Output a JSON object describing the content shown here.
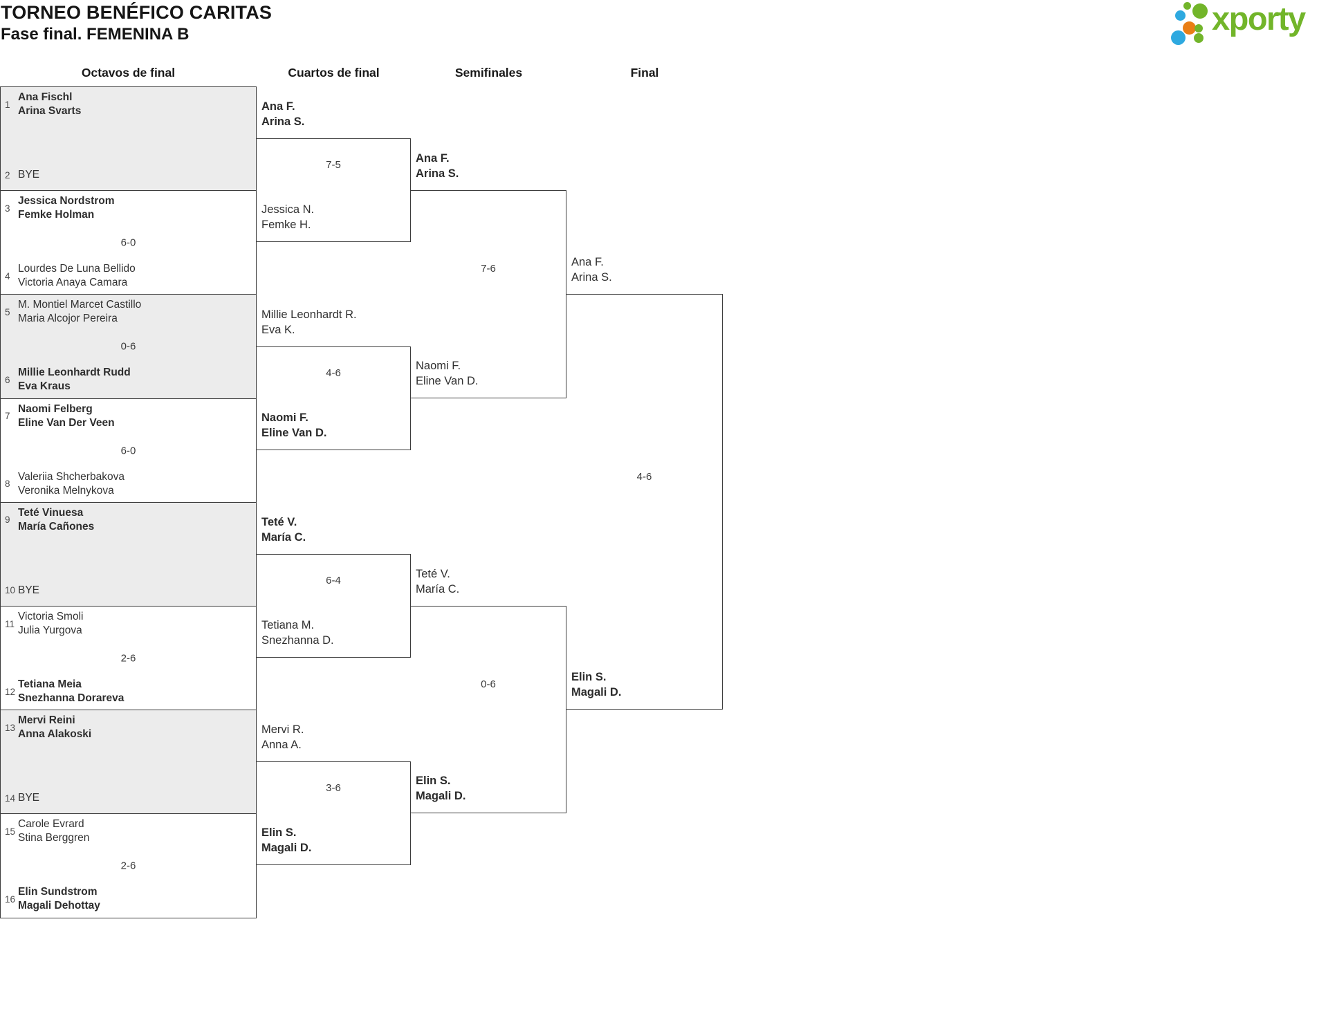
{
  "title": "TORNEO BENÉFICO CARITAS",
  "subtitle": "Fase final. FEMENINA B",
  "headers": [
    "Octavos de final",
    "Cuartos de final",
    "Semifinales",
    "Final"
  ],
  "logo": {
    "text": "xporty",
    "green": "#72b52a",
    "blue": "#2ea9e0",
    "orange": "#e97e15"
  },
  "colors": {
    "border": "#3b3b3b",
    "box_alt_bg": "#ececec"
  },
  "octavos": [
    {
      "top": {
        "seed": "1",
        "lines": [
          "Ana Fischl",
          "Arina Svarts"
        ],
        "winner": true
      },
      "bottom": {
        "seed": "2",
        "lines": [
          "BYE"
        ],
        "winner": false
      },
      "score": ""
    },
    {
      "top": {
        "seed": "3",
        "lines": [
          "Jessica Nordstrom",
          "Femke Holman"
        ],
        "winner": true
      },
      "bottom": {
        "seed": "4",
        "lines": [
          "Lourdes De Luna Bellido",
          "Victoria Anaya Camara"
        ],
        "winner": false
      },
      "score": "6-0"
    },
    {
      "top": {
        "seed": "5",
        "lines": [
          "M. Montiel Marcet Castillo",
          "Maria Alcojor Pereira"
        ],
        "winner": false
      },
      "bottom": {
        "seed": "6",
        "lines": [
          "Millie Leonhardt Rudd",
          "Eva Kraus"
        ],
        "winner": true
      },
      "score": "0-6"
    },
    {
      "top": {
        "seed": "7",
        "lines": [
          "Naomi Felberg",
          "Eline Van Der Veen"
        ],
        "winner": true
      },
      "bottom": {
        "seed": "8",
        "lines": [
          "Valeriia Shcherbakova",
          "Veronika Melnykova"
        ],
        "winner": false
      },
      "score": "6-0"
    },
    {
      "top": {
        "seed": "9",
        "lines": [
          "Teté Vinuesa",
          "María Cañones"
        ],
        "winner": true
      },
      "bottom": {
        "seed": "10",
        "lines": [
          "BYE"
        ],
        "winner": false
      },
      "score": ""
    },
    {
      "top": {
        "seed": "11",
        "lines": [
          "Victoria Smoli",
          "Julia Yurgova"
        ],
        "winner": false
      },
      "bottom": {
        "seed": "12",
        "lines": [
          "Tetiana Meia",
          "Snezhanna Dorareva"
        ],
        "winner": true
      },
      "score": "2-6"
    },
    {
      "top": {
        "seed": "13",
        "lines": [
          "Mervi Reini",
          "Anna Alakoski"
        ],
        "winner": true
      },
      "bottom": {
        "seed": "14",
        "lines": [
          "BYE"
        ],
        "winner": false
      },
      "score": ""
    },
    {
      "top": {
        "seed": "15",
        "lines": [
          "Carole Evrard",
          "Stina Berggren"
        ],
        "winner": false
      },
      "bottom": {
        "seed": "16",
        "lines": [
          "Elin Sundstrom",
          "Magali Dehottay"
        ],
        "winner": true
      },
      "score": "2-6"
    }
  ],
  "cuartos": [
    {
      "top": {
        "lines": [
          "Ana F.",
          "Arina S."
        ],
        "winner": true
      },
      "bottom": {
        "lines": [
          "Jessica N.",
          "Femke H."
        ],
        "winner": false
      },
      "score": "7-5"
    },
    {
      "top": {
        "lines": [
          "Millie Leonhardt R.",
          "Eva K."
        ],
        "winner": false
      },
      "bottom": {
        "lines": [
          "Naomi F.",
          "Eline Van D."
        ],
        "winner": true
      },
      "score": "4-6"
    },
    {
      "top": {
        "lines": [
          "Teté V.",
          "María C."
        ],
        "winner": true
      },
      "bottom": {
        "lines": [
          "Tetiana M.",
          "Snezhanna D."
        ],
        "winner": false
      },
      "score": "6-4"
    },
    {
      "top": {
        "lines": [
          "Mervi R.",
          "Anna A."
        ],
        "winner": false
      },
      "bottom": {
        "lines": [
          "Elin S.",
          "Magali D."
        ],
        "winner": true
      },
      "score": "3-6"
    }
  ],
  "semifinales": [
    {
      "top": {
        "lines": [
          "Ana F.",
          "Arina S."
        ],
        "winner": true
      },
      "bottom": {
        "lines": [
          "Naomi F.",
          "Eline Van D."
        ],
        "winner": false
      },
      "score": "7-6"
    },
    {
      "top": {
        "lines": [
          "Teté V.",
          "María C."
        ],
        "winner": false
      },
      "bottom": {
        "lines": [
          "Elin S.",
          "Magali D."
        ],
        "winner": true
      },
      "score": "0-6"
    }
  ],
  "final": [
    {
      "top": {
        "lines": [
          "Ana F.",
          "Arina S."
        ],
        "winner": false
      },
      "bottom": {
        "lines": [
          "Elin S.",
          "Magali D."
        ],
        "winner": true
      },
      "score": "4-6"
    }
  ]
}
